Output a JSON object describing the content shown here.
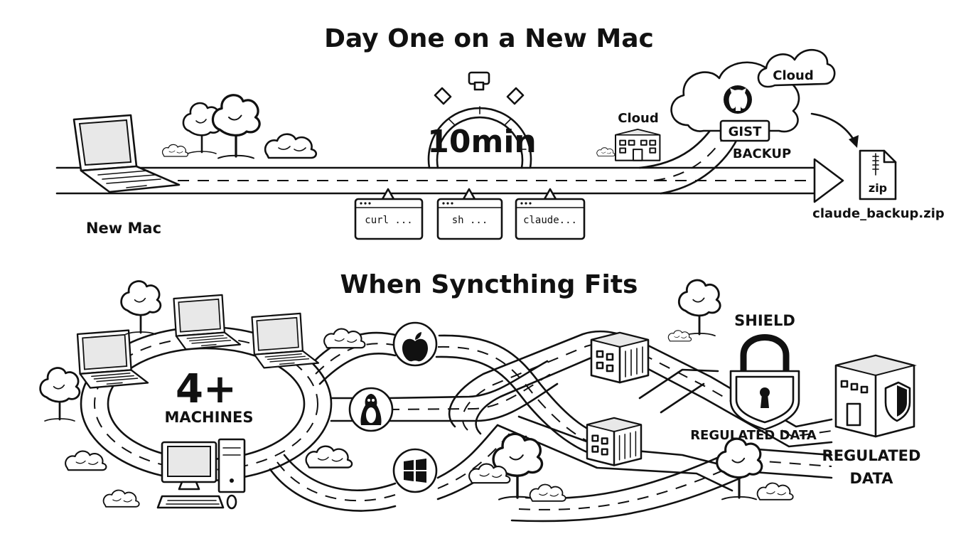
{
  "top": {
    "title": "Day One on a New Mac",
    "new_mac_label": "New Mac",
    "timer_label": "10min",
    "commands": [
      "curl ...",
      "sh ...",
      "claude..."
    ],
    "cloud_building_label": "Cloud",
    "cloud_label": "Cloud",
    "gist_label": "GIST",
    "backup_label": "BACKUP",
    "zip_label": "zip",
    "zip_filename": "claude_backup.zip"
  },
  "bottom": {
    "title": "When Syncthing Fits",
    "machines_count": "4+",
    "machines_label": "MACHINES",
    "shield_label": "SHIELD",
    "regulated_small": "REGULATED DATA",
    "regulated_line1": "REGULATED",
    "regulated_line2": "DATA"
  },
  "icons": [
    "laptop-icon",
    "stopwatch-icon",
    "terminal-icon",
    "building-icon",
    "cloud-icon",
    "github-icon",
    "zip-file-icon",
    "apple-icon",
    "linux-icon",
    "windows-icon",
    "padlock-icon",
    "shield-icon",
    "desktop-computer-icon",
    "tree-icon",
    "bush-icon"
  ]
}
